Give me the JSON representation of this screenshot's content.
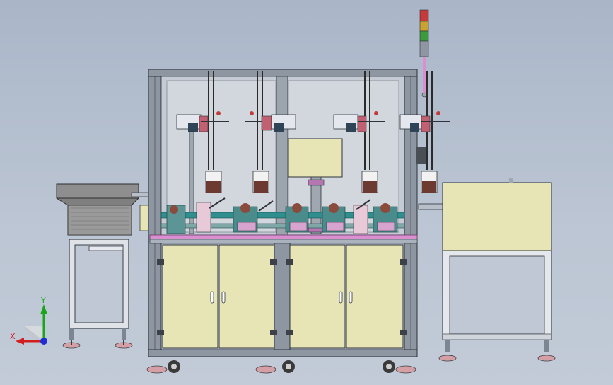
{
  "viewport": {
    "background_color": "#b4bfcf"
  },
  "triad": {
    "y_label": "Y",
    "x_label": "X",
    "y_color": "#1aa51a",
    "x_color": "#d21e1e",
    "z_color": "#1e2ed2"
  },
  "machine": {
    "frame_color": "#8d96a1",
    "cabinet_color": "#e7e4b6",
    "accent_pink": "#d98fd0",
    "teal_color": "#2f8f8f",
    "brown_color": "#8a4a3c"
  },
  "signal_tower": {
    "lights": [
      "red",
      "amber",
      "green"
    ]
  }
}
